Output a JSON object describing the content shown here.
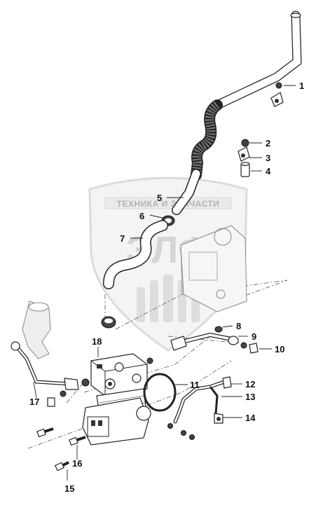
{
  "watermark": {
    "brand_line": "ТЕХНИКА И ЗАПЧАСТИ",
    "logo_letters": "ЭЛФ"
  },
  "callouts": [
    "1",
    "2",
    "3",
    "4",
    "5",
    "6",
    "7",
    "8",
    "9",
    "10",
    "11",
    "12",
    "13",
    "14",
    "15",
    "16",
    "17",
    "18"
  ]
}
